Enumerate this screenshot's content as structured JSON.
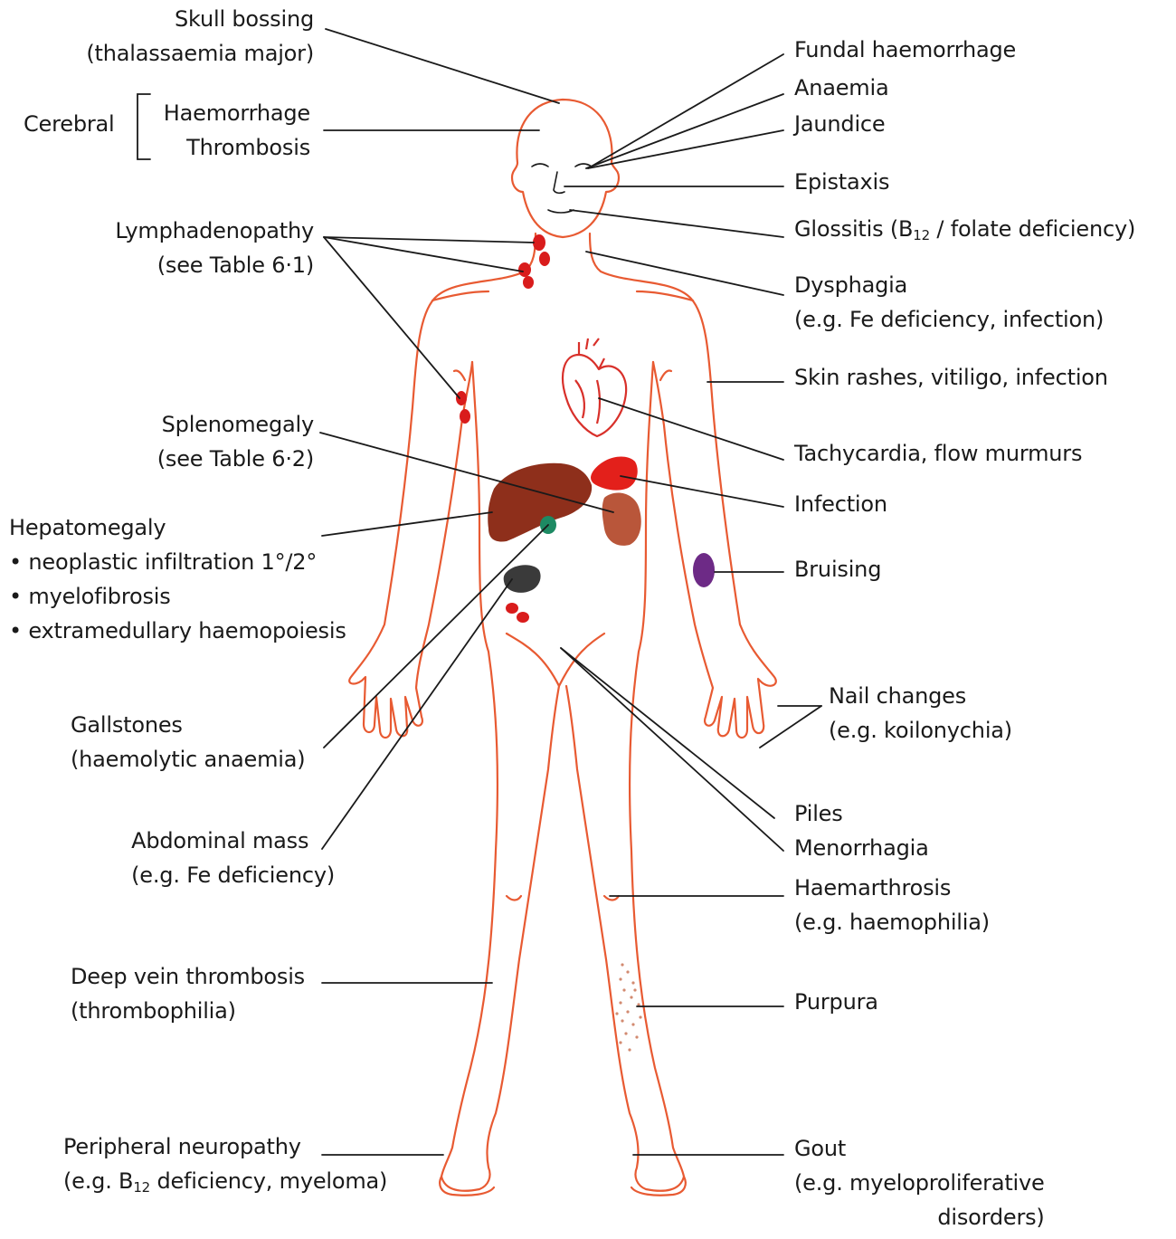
{
  "colors": {
    "body_outline": "#e85a32",
    "leader_line": "#1a1a1a",
    "heart": "#d8302a",
    "liver": "#8e2f1b",
    "spleen": "#b9563a",
    "infection_spleen": "#e3201b",
    "lymph_node": "#d91c1c",
    "gallbladder": "#1d8a63",
    "abdominal_mass": "#3a3a3a",
    "bruise": "#6d2a86",
    "purpura_dots": "#d28a70"
  },
  "labels": {
    "skull_bossing": {
      "line1": "Skull bossing",
      "line2": "(thalassaemia major)"
    },
    "cerebral": {
      "group": "Cerebral",
      "line1": "Haemorrhage",
      "line2": "Thrombosis"
    },
    "lymphadenopathy": {
      "line1": "Lymphadenopathy",
      "line2": "(see Table 6·1)"
    },
    "splenomegaly": {
      "line1": "Splenomegaly",
      "line2": "(see Table 6·2)"
    },
    "hepatomegaly": {
      "title": "Hepatomegaly",
      "bullets": [
        "neoplastic infiltration 1°/2°",
        "myelofibrosis",
        "extramedullary haemopoiesis"
      ]
    },
    "gallstones": {
      "line1": "Gallstones",
      "line2": "(haemolytic anaemia)"
    },
    "abdominal_mass": {
      "line1": "Abdominal mass",
      "line2": "(e.g. Fe deficiency)"
    },
    "dvt": {
      "line1": "Deep vein thrombosis",
      "line2": "(thrombophilia)"
    },
    "peripheral_neuropathy": {
      "line1": "Peripheral neuropathy",
      "line2_pre": "(e.g. B",
      "line2_sub": "12",
      "line2_post": " deficiency, myeloma)"
    },
    "fundal_haemorrhage": "Fundal haemorrhage",
    "anaemia": "Anaemia",
    "jaundice": "Jaundice",
    "epistaxis": "Epistaxis",
    "glossitis": {
      "pre": "Glossitis (B",
      "sub": "12",
      "post": " / folate deficiency)"
    },
    "dysphagia": {
      "line1": "Dysphagia",
      "line2": "(e.g. Fe deficiency, infection)"
    },
    "skin_rashes": "Skin rashes, vitiligo, infection",
    "tachycardia": "Tachycardia, flow murmurs",
    "infection": "Infection",
    "bruising": "Bruising",
    "nail_changes": {
      "line1": "Nail changes",
      "line2": "(e.g. koilonychia)"
    },
    "piles": "Piles",
    "menorrhagia": "Menorrhagia",
    "haemarthrosis": {
      "line1": "Haemarthrosis",
      "line2": "(e.g. haemophilia)"
    },
    "purpura": "Purpura",
    "gout": {
      "line1": "Gout",
      "line2": "(e.g. myeloproliferative",
      "line3": "disorders)"
    }
  }
}
